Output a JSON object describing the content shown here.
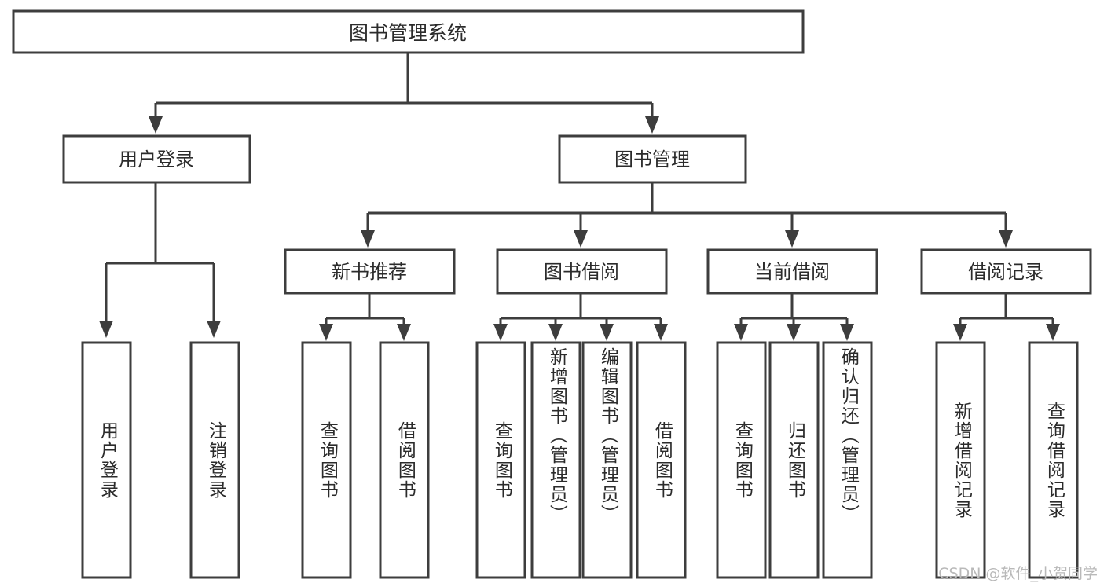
{
  "diagram": {
    "type": "tree-hierarchy",
    "title": "图书管理系统",
    "watermark": "CSDN @软件_小贺同学",
    "colors": {
      "box_stroke": "#3d3d3d",
      "box_fill": "#ffffff",
      "text": "#2b2b2b",
      "background": "#ffffff",
      "watermark": "#b9b9b9"
    },
    "root": {
      "id": "root",
      "label": "图书管理系统",
      "orientation": "horizontal"
    },
    "level2": [
      {
        "id": "user-login",
        "label": "用户登录",
        "orientation": "horizontal"
      },
      {
        "id": "book-management",
        "label": "图书管理",
        "orientation": "horizontal"
      }
    ],
    "level3": [
      {
        "id": "new-book-recommend",
        "label": "新书推荐",
        "parent": "book-management",
        "orientation": "horizontal"
      },
      {
        "id": "book-borrow",
        "label": "图书借阅",
        "parent": "book-management",
        "orientation": "horizontal"
      },
      {
        "id": "current-borrow",
        "label": "当前借阅",
        "parent": "book-management",
        "orientation": "horizontal"
      },
      {
        "id": "borrow-records",
        "label": "借阅记录",
        "parent": "book-management",
        "orientation": "horizontal"
      }
    ],
    "leaves": [
      {
        "id": "leaf-user-login",
        "label": "用户登录",
        "parent": "user-login",
        "orientation": "vertical"
      },
      {
        "id": "leaf-logout",
        "label": "注销登录",
        "parent": "user-login",
        "orientation": "vertical"
      },
      {
        "id": "leaf-query-book-1",
        "label": "查询图书",
        "parent": "new-book-recommend",
        "orientation": "vertical"
      },
      {
        "id": "leaf-borrow-book-1",
        "label": "借阅图书",
        "parent": "new-book-recommend",
        "orientation": "vertical"
      },
      {
        "id": "leaf-query-book-2",
        "label": "查询图书",
        "parent": "book-borrow",
        "orientation": "vertical"
      },
      {
        "id": "leaf-add-book",
        "label": "新增图书（管理员）",
        "parent": "book-borrow",
        "orientation": "vertical"
      },
      {
        "id": "leaf-edit-book",
        "label": "编辑图书（管理员）",
        "parent": "book-borrow",
        "orientation": "vertical"
      },
      {
        "id": "leaf-borrow-book-2",
        "label": "借阅图书",
        "parent": "book-borrow",
        "orientation": "vertical"
      },
      {
        "id": "leaf-query-book-3",
        "label": "查询图书",
        "parent": "current-borrow",
        "orientation": "vertical"
      },
      {
        "id": "leaf-return-book",
        "label": "归还图书",
        "parent": "current-borrow",
        "orientation": "vertical"
      },
      {
        "id": "leaf-confirm-return",
        "label": "确认归还（管理员）",
        "parent": "current-borrow",
        "orientation": "vertical"
      },
      {
        "id": "leaf-add-record",
        "label": "新增借阅记录",
        "parent": "borrow-records",
        "orientation": "vertical"
      },
      {
        "id": "leaf-query-record",
        "label": "查询借阅记录",
        "parent": "borrow-records",
        "orientation": "vertical"
      }
    ]
  }
}
